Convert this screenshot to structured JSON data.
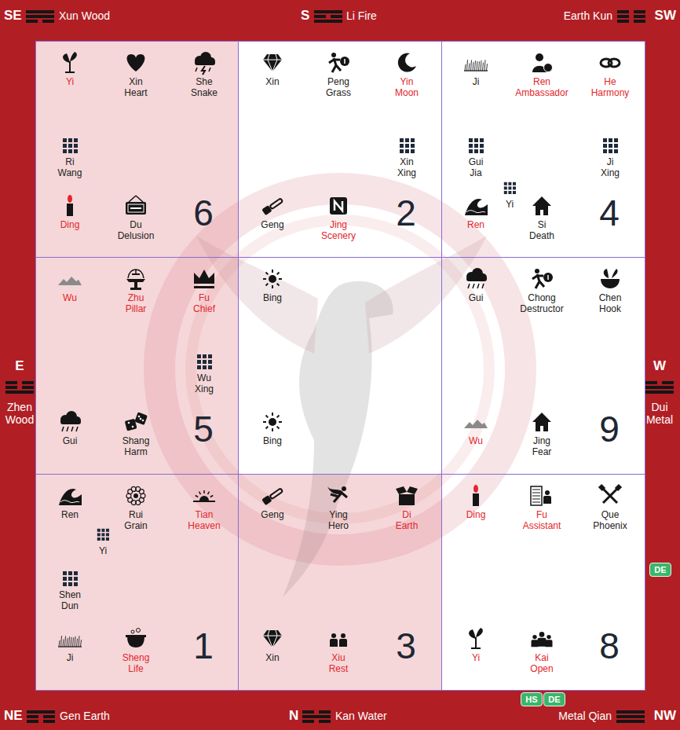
{
  "diagram": {
    "nodes": [
      {
        "text": [
          "Yi",
          "Xin Heart",
          "She Snake",
          "Ri Wang",
          "Ding",
          "Du Delusion",
          "6"
        ]
      },
      {
        "text": [
          "Xin",
          "Peng Grass",
          "Yin Moon",
          "Xin Xing",
          "Geng",
          "Jing Scenery",
          "2"
        ]
      },
      {
        "text": [
          "Ji",
          "Ren Ambassador",
          "He Harmony",
          "Gui Jia",
          "Ji Xing",
          "Yi",
          "Ren",
          "Si Death",
          "4"
        ]
      },
      {
        "text": [
          "Wu",
          "Zhu Pillar",
          "Fu Chief",
          "Wu Xing",
          "Gui",
          "Shang Harm",
          "5"
        ]
      },
      {
        "text": [
          "Bing",
          "Bing"
        ]
      },
      {
        "text": [
          "Gui",
          "Chong Destructor",
          "Chen Hook",
          "Wu",
          "Jing Fear",
          "9"
        ]
      },
      {
        "text": [
          "Ren",
          "Rui Grain",
          "Tian Heaven",
          "Yi",
          "Shen Dun",
          "Ji",
          "Sheng Life",
          "1"
        ]
      },
      {
        "text": [
          "Geng",
          "Ying Hero",
          "Di Earth",
          "Xin",
          "Xiu Rest",
          "3"
        ]
      },
      {
        "text": [
          "Ding",
          "Fu Assistant",
          "Que Phoenix",
          "Yi",
          "Kai Open",
          "8"
        ]
      },
      {
        "text": [
          "DE"
        ]
      },
      {
        "text": [
          "HS"
        ]
      },
      {
        "text": [
          "DE"
        ]
      }
    ],
    "labels": [
      "SE",
      "Xun Wood",
      "S",
      "Li Fire",
      "Earth Kun",
      "SW",
      "E",
      "Zhen Wood",
      "W",
      "Dui Metal",
      "NE",
      "Gen Earth",
      "N",
      "Kan Water",
      "Metal Qian",
      "NW"
    ]
  }
}
